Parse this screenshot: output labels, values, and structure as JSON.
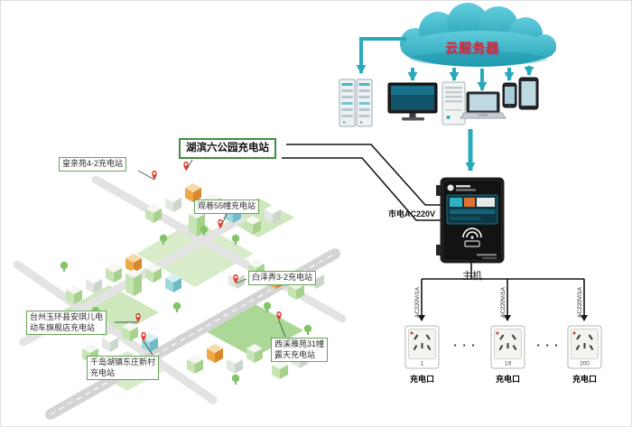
{
  "colors": {
    "accent_teal": "#2aa9bc",
    "cloud_fill_top": "#62cddd",
    "cloud_fill_bottom": "#21a0b4",
    "cloud_label_red": "#d9262c",
    "station_border_green": "#67a357",
    "wire_black": "#141414"
  },
  "cloud": {
    "label": "云服务器"
  },
  "host": {
    "label": "主机",
    "mains_label": "市电AC220V"
  },
  "ports": {
    "wire_label": "AC220V/1A",
    "label": "充电口",
    "separator": "· · ·",
    "numbers": [
      "1",
      "19",
      "200"
    ]
  },
  "stations": [
    {
      "label": "皇亲苑4-2充电站"
    },
    {
      "label": "湖滨六公园充电站"
    },
    {
      "label": "观巷55幢充电站"
    },
    {
      "label": "白泽弄3-2充电站"
    },
    {
      "label": "台州玉环县安琪儿电\n动车旗舰店充电站"
    },
    {
      "label": "西溪雅苑31幢\n露天充电站"
    },
    {
      "label": "千岛湖镇东庄新村\n充电站"
    }
  ]
}
